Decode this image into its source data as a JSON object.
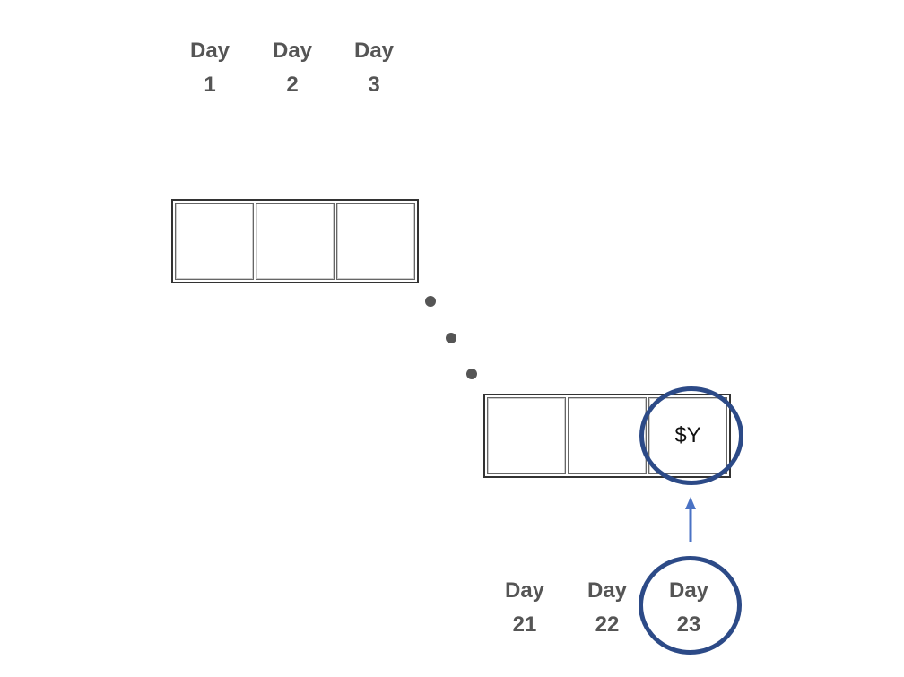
{
  "top_labels": [
    {
      "word": "Day",
      "num": "1"
    },
    {
      "word": "Day",
      "num": "2"
    },
    {
      "word": "Day",
      "num": "3"
    }
  ],
  "bottom_labels": [
    {
      "word": "Day",
      "num": "21"
    },
    {
      "word": "Day",
      "num": "22"
    },
    {
      "word": "Day",
      "num": "23"
    }
  ],
  "top_cells": [
    "",
    "",
    ""
  ],
  "bottom_cells": [
    "",
    "",
    "$Y"
  ],
  "colors": {
    "label_text": "#555555",
    "highlight_ring": "#2c4a87",
    "arrow": "#4a72c4",
    "dots": "#555555"
  }
}
